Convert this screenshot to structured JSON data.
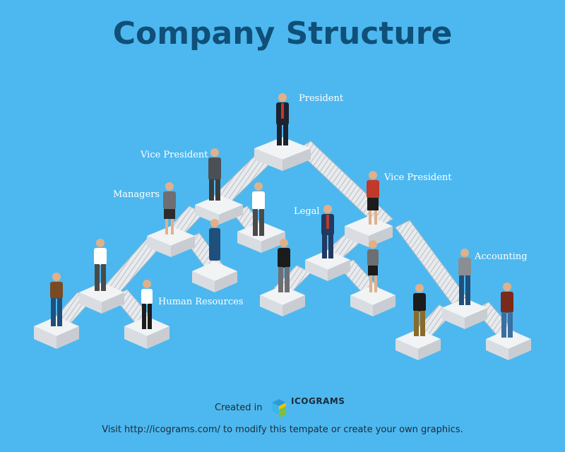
{
  "title": "Company Structure",
  "roles": {
    "president": "President",
    "vp_left": "Vice President",
    "vp_right": "Vice President",
    "managers": "Managers",
    "legal": "Legal",
    "human_resources": "Human Resources",
    "accounting": "Accounting"
  },
  "footer": {
    "created_in": "Created in",
    "brand": "ICOGRAMS",
    "visit": "Visit http://icograms.com/ to modify this tempate or create your own graphics."
  },
  "colors": {
    "background": "#4db8ef",
    "title": "#0f4f78",
    "platform_top": "#f1f3f5",
    "platform_side": "#c9cdd2"
  }
}
